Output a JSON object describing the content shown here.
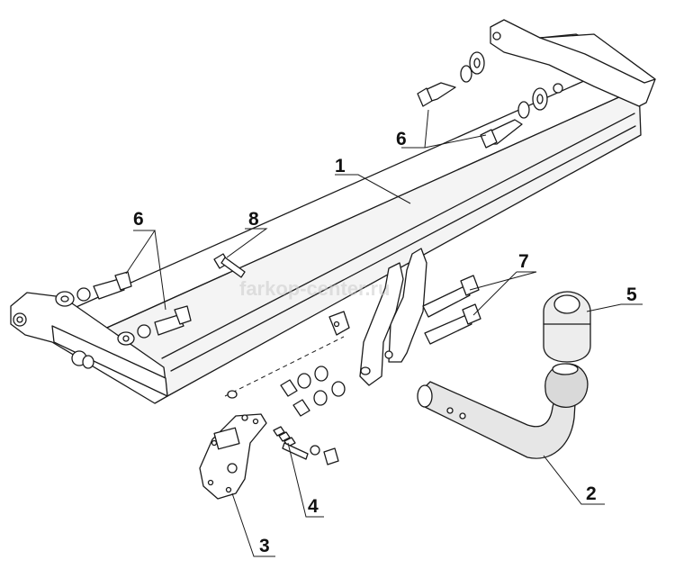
{
  "watermark": "farkop-center.ru",
  "callouts": {
    "c1": "1",
    "c2": "2",
    "c3": "3",
    "c4": "4",
    "c5": "5",
    "c6_right": "6",
    "c6_left": "6",
    "c7": "7",
    "c8": "8"
  },
  "colors": {
    "line": "#1a1a1a",
    "fill": "#ffffff",
    "shade": "#d9d9d9"
  }
}
